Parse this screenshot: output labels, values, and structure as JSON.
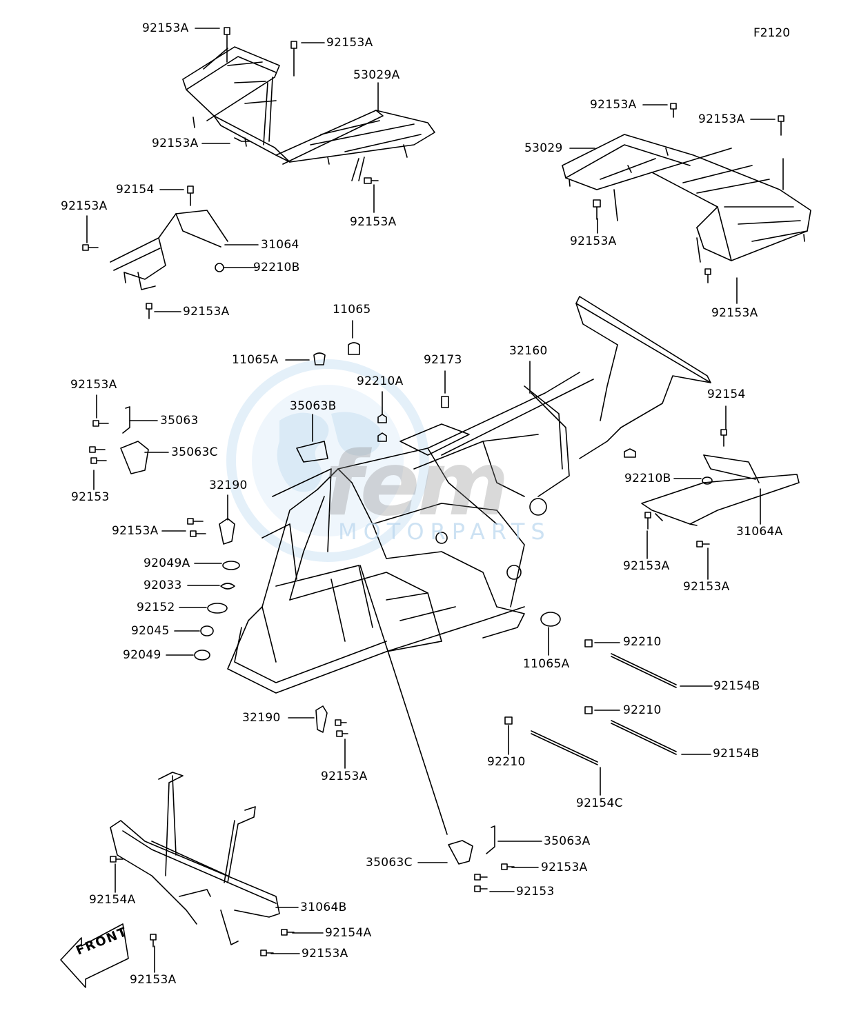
{
  "figure_code": "F2120",
  "watermark": {
    "word": "fem",
    "text": "MOTORPARTS",
    "colors": {
      "globe": "#9cc8ea",
      "text": "#8a8a8a"
    }
  },
  "front_arrow_label": "FRONT",
  "part_labels": {
    "rack_front_bolt_top": "92153A",
    "rack_front_bolt_mid": "92153A",
    "rack_front": "53029A",
    "rack_front_bolt_left": "92153A",
    "rack_front_bolt_bottom": "92153A",
    "rack_rear_bolt_top": "92153A",
    "rack_rear_bolt_right": "92153A",
    "rack_rear": "53029",
    "rack_rear_bolt_left": "92153A",
    "rack_rear_bolt_bottom": "92153A",
    "guard_bolt_92154": "92154",
    "guard_bolt_left": "92153A",
    "guard_31064": "31064",
    "nut_92210b": "92210B",
    "guard_bolt_bottom": "92153A",
    "cap_11065": "11065",
    "cap_11065a_upper": "11065A",
    "clip_92173": "92173",
    "frame_32160": "32160",
    "nut_92210a": "92210A",
    "bolt_92153a_left": "92153A",
    "bracket_35063": "35063",
    "bracket_35063b": "35063B",
    "bracket_35063c": "35063C",
    "bolt_92153": "92153",
    "bracket_32190_upper": "32190",
    "bolt_92153a_mid": "92153A",
    "collar_92049a": "92049A",
    "ring_92033": "92033",
    "grommet_92152": "92152",
    "grommet_92045": "92045",
    "collar_92049": "92049",
    "bolt_92154_right": "92154",
    "nut_92210b_right": "92210B",
    "guard_31064a": "31064A",
    "bolt_92153a_r1": "92153A",
    "bolt_92153a_r2": "92153A",
    "cap_11065a_lower": "11065A",
    "nut_92210_1": "92210",
    "bolt_92154b_1": "92154B",
    "nut_92210_2": "92210",
    "bolt_92154b_2": "92154B",
    "nut_92210_3": "92210",
    "bolt_92154c": "92154C",
    "bracket_32190_lower": "32190",
    "bolt_92153a_lower": "92153A",
    "bracket_35063a": "35063A",
    "bracket_35063c_lower": "35063C",
    "bolt_92153a_low_right": "92153A",
    "bolt_92153_low_right": "92153",
    "bumper_bolt_92154a_left": "92154A",
    "bumper_31064b": "31064B",
    "bumper_bolt_92154a": "92154A",
    "bumper_bolt_92153a": "92153A",
    "bumper_bolt_92153a_bottom": "92153A"
  }
}
